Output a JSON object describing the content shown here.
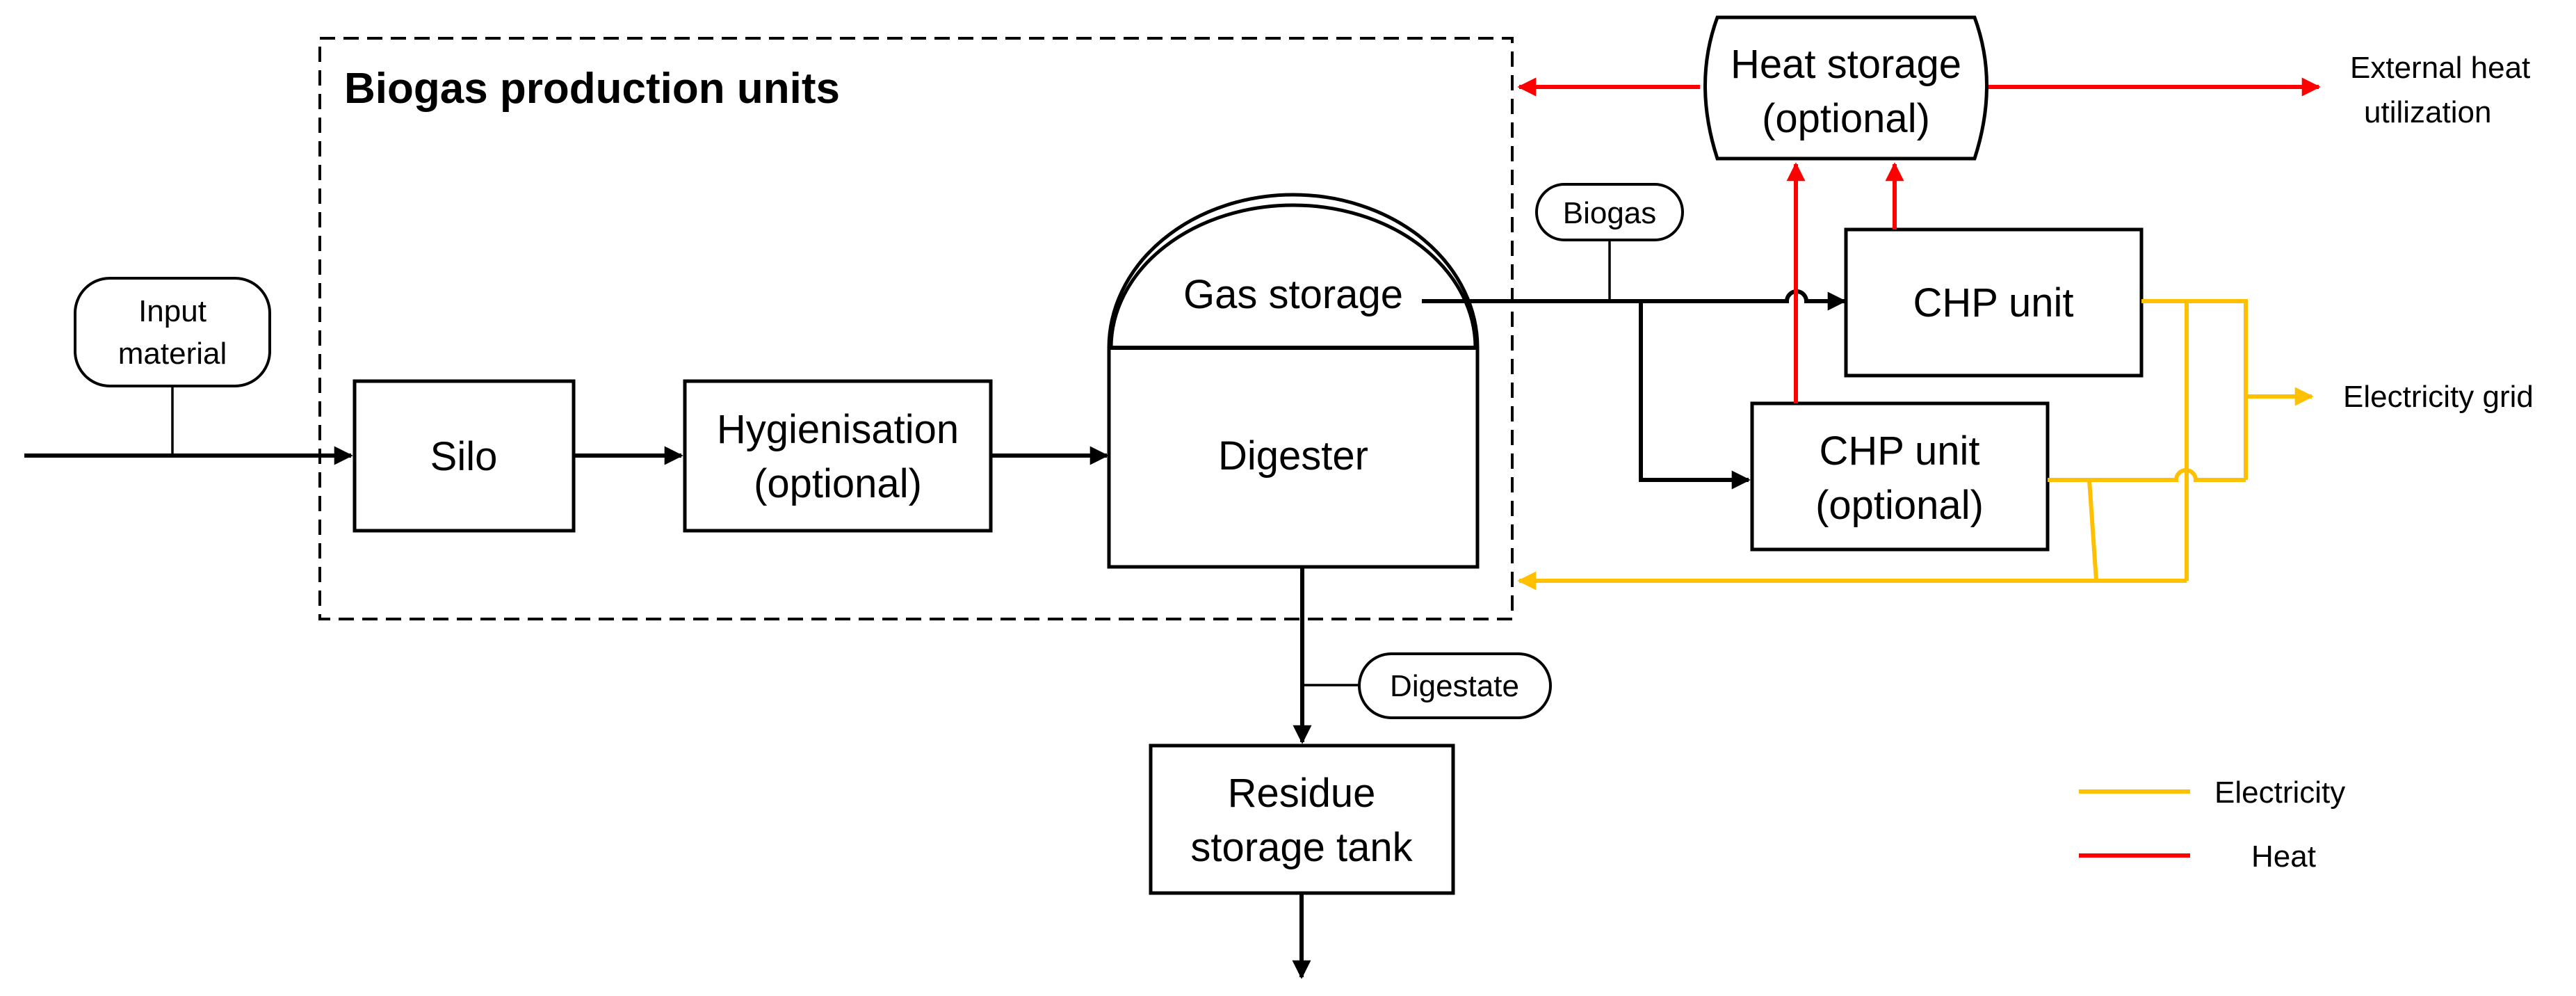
{
  "frame_title": "Biogas production units",
  "input_label": [
    "Input",
    "material"
  ],
  "silo": "Silo",
  "hygienisation": [
    "Hygienisation",
    "(optional)"
  ],
  "gas_storage": "Gas storage",
  "digester": "Digester",
  "biogas_label": "Biogas",
  "chp_unit": "CHP unit",
  "chp_unit_optional": [
    "CHP unit",
    "(optional)"
  ],
  "heat_storage": [
    "Heat storage",
    "(optional)"
  ],
  "external_heat": [
    "External heat",
    "utilization"
  ],
  "electricity_grid": "Electricity grid",
  "digestate_label": "Digestate",
  "residue_tank": [
    "Residue",
    "storage tank"
  ],
  "legend": [
    {
      "label": "Electricity",
      "color": "#ffc000"
    },
    {
      "label": "Heat",
      "color": "#ff0000"
    }
  ],
  "colors": {
    "electricity": "#ffc000",
    "heat": "#ff0000",
    "material": "#000000"
  }
}
